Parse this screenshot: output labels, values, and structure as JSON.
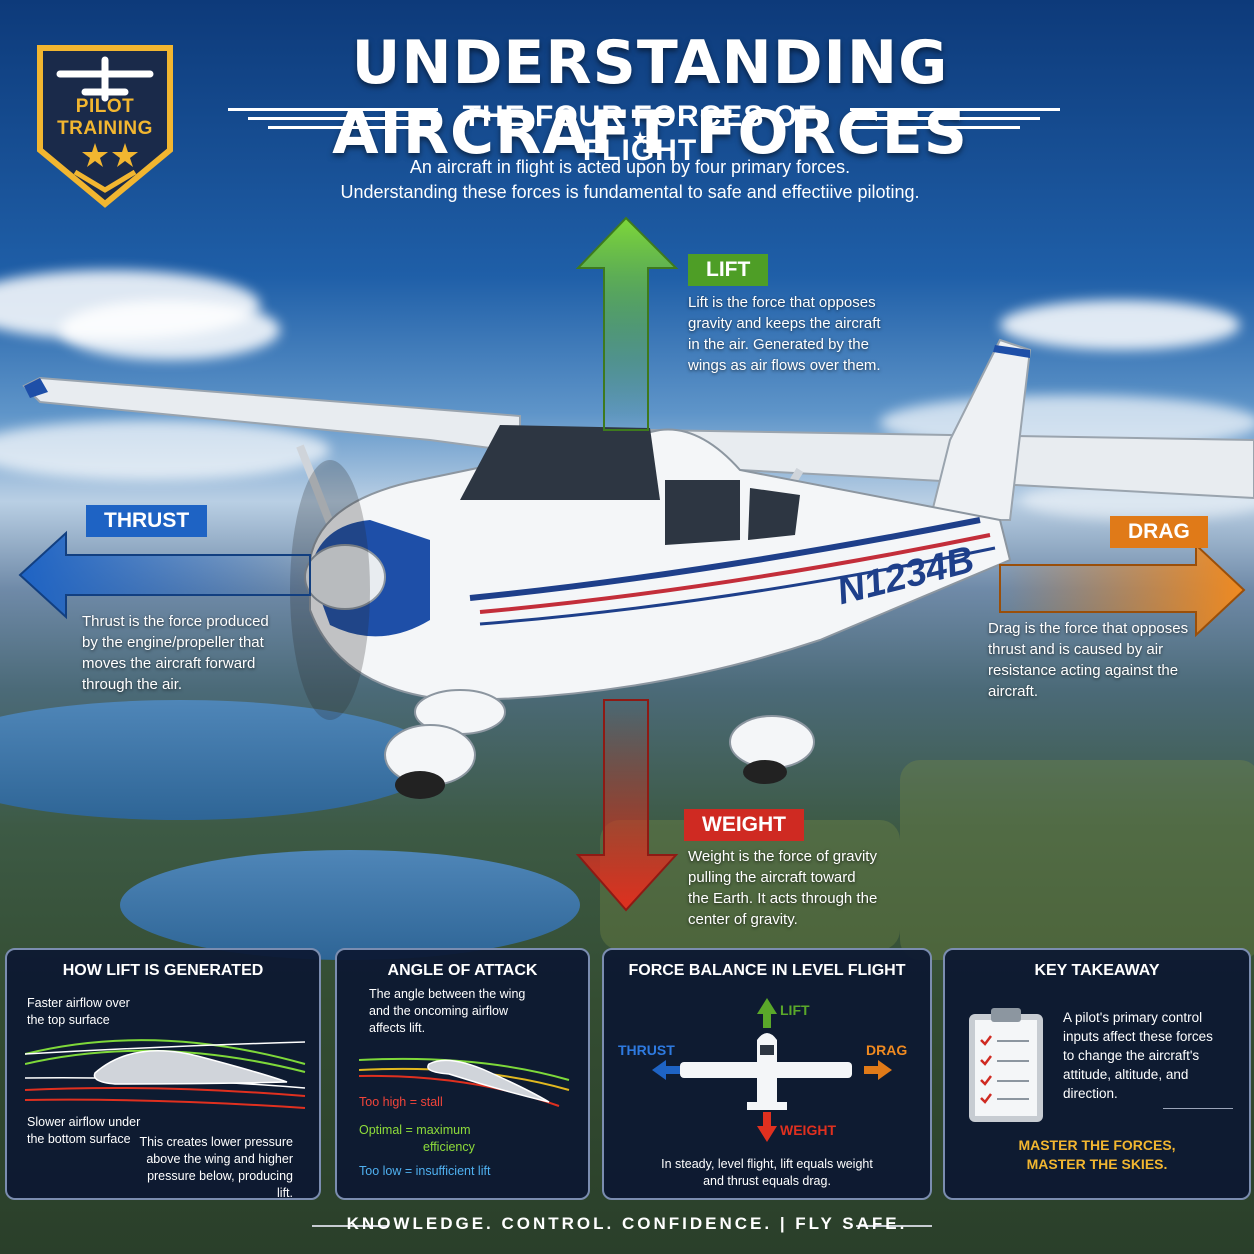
{
  "header": {
    "badge_line1": "PILOT",
    "badge_line2": "TRAINING",
    "title": "UNDERSTANDING AIRCRAFT FORCES",
    "subtitle": "THE FOUR FORCES OF FLIGHT",
    "intro_line1": "An aircraft in flight is acted upon by four primary forces.",
    "intro_line2": "Understanding these forces is fundamental to safe and effectiive piloting."
  },
  "aircraft": {
    "registration": "N1234B"
  },
  "forces": {
    "lift": {
      "label": "LIFT",
      "color": "#5aa82a",
      "desc": [
        "Lift is the force that opposes",
        "gravity and keeps the aircraft",
        "in the air. Generated by the",
        "wings as air flows over them."
      ]
    },
    "thrust": {
      "label": "THRUST",
      "color": "#1e63c4",
      "desc": [
        "Thrust is the force produced",
        "by the engine/propeller that",
        "moves the aircraft forward",
        "through the air."
      ]
    },
    "drag": {
      "label": "DRAG",
      "color": "#e07a18",
      "desc": [
        "Drag is the force that opposes",
        "thrust and is caused by air",
        "resistance acting against the",
        "aircraft."
      ]
    },
    "weight": {
      "label": "WEIGHT",
      "color": "#cf2a22",
      "desc": [
        "Weight is the force of gravity",
        "pulling the aircraft toward",
        "the Earth. It acts through the",
        "center of gravity."
      ]
    }
  },
  "panels": {
    "lift_generated": {
      "title": "HOW LIFT IS GENERATED",
      "top_label": [
        "Faster airflow over",
        "the top surface"
      ],
      "bottom_label": [
        "Slower airflow under",
        "the bottom surface"
      ],
      "explain": [
        "This creates lower pressure",
        "above the wing and higher",
        "pressure below, producing lift."
      ]
    },
    "angle_of_attack": {
      "title": "ANGLE OF ATTACK",
      "desc": [
        "The angle between the wing",
        "and the oncoming airflow",
        "affects lift."
      ],
      "too_high": "Too high = stall",
      "optimal_a": "Optimal = maximum",
      "optimal_b": "efficiency",
      "too_low": "Too low = insufficient lift"
    },
    "force_balance": {
      "title": "FORCE BALANCE IN LEVEL FLIGHT",
      "lift": "LIFT",
      "thrust": "THRUST",
      "drag": "DRAG",
      "weight": "WEIGHT",
      "caption": [
        "In steady, level flight, lift equals weight",
        "and thrust equals drag."
      ]
    },
    "takeaway": {
      "title": "KEY TAKEAWAY",
      "desc": [
        "A pilot's primary control",
        "inputs affect these forces",
        "to change the aircraft's",
        "attitude, altitude, and",
        "direction."
      ],
      "motto_1": "MASTER THE FORCES,",
      "motto_2": "MASTER THE SKIES."
    }
  },
  "footer": "KNOWLEDGE. CONTROL. CONFIDENCE. | FLY SAFE."
}
